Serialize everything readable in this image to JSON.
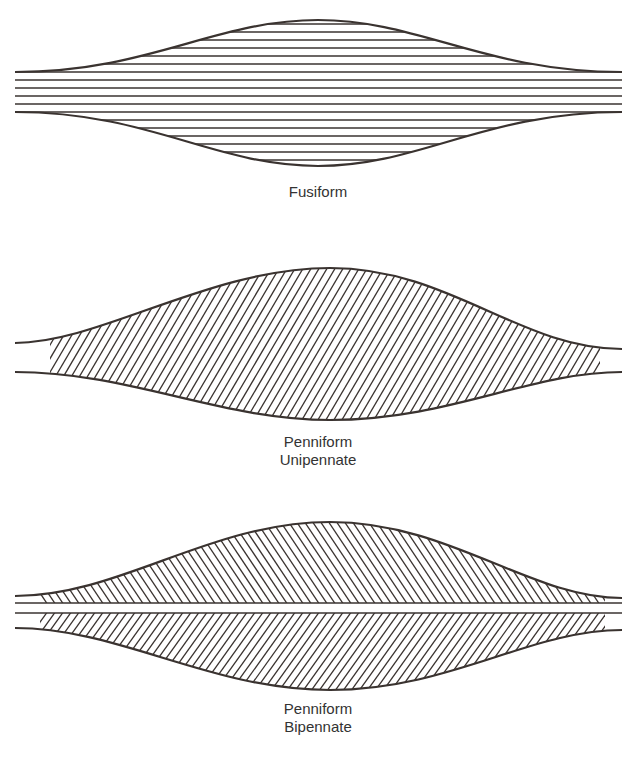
{
  "diagram": {
    "labels": [
      "Fusiform",
      "Penniform Unipennate",
      "Penniform Bipennate"
    ]
  }
}
